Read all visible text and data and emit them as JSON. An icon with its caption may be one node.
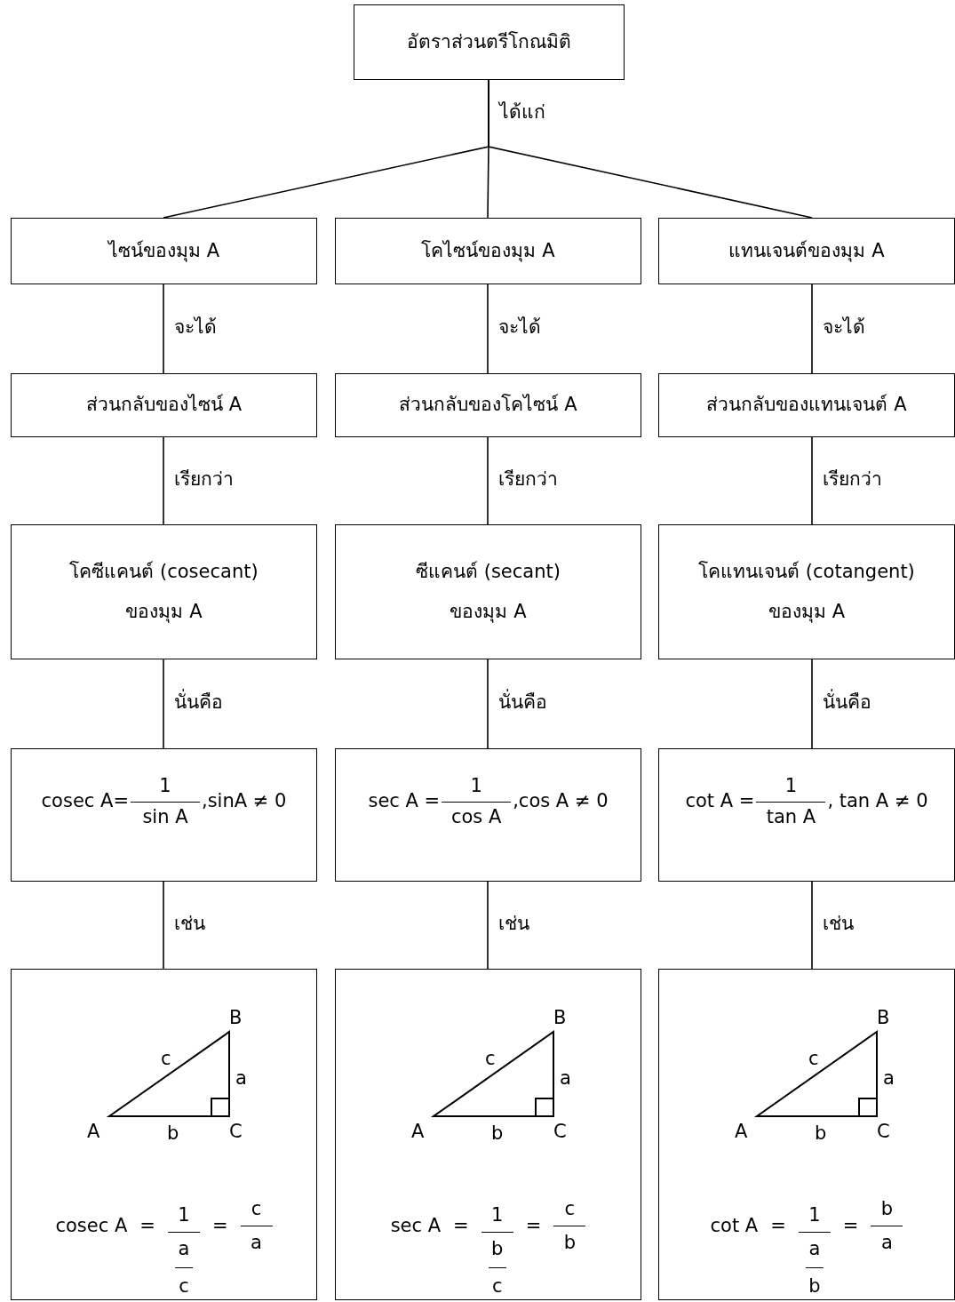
{
  "diagram": {
    "nodes": [
      {
        "text": [
          "อัตราส่วนตรีโกณมิติ"
        ]
      },
      {
        "text": [
          "ไซน์ของมุม A"
        ]
      },
      {
        "text": [
          "โคไซน์ของมุม A"
        ]
      },
      {
        "text": [
          "แทนเจนต์ของมุม A"
        ]
      },
      {
        "text": [
          "ส่วนกลับของไซน์ A"
        ]
      },
      {
        "text": [
          "ส่วนกลับของโคไซน์ A"
        ]
      },
      {
        "text": [
          "ส่วนกลับของแทนเจนต์ A"
        ]
      },
      {
        "text": [
          "โคซีแคนต์ (cosecant)",
          "ของมุม A"
        ]
      },
      {
        "text": [
          "ซีแคนต์ (secant)",
          "ของมุม A"
        ]
      },
      {
        "text": [
          "โคแทนเจนต์ (cotangent)",
          "ของมุม A"
        ]
      },
      {
        "text": [
          "cosec A=",
          "1",
          "sin A",
          ",sinA ≠ 0"
        ]
      },
      {
        "text": [
          "sec A =",
          "1",
          "cos A",
          ",cos A ≠ 0"
        ]
      },
      {
        "text": [
          "cot A =",
          "1",
          "tan A",
          ", tan A ≠ 0"
        ]
      },
      {
        "text": [
          "B",
          "c",
          "a",
          "A",
          "b",
          "C",
          "cosec A",
          "=",
          "1",
          "a",
          "c",
          "=",
          "c",
          "a"
        ]
      },
      {
        "text": [
          "B",
          "c",
          "a",
          "A",
          "b",
          "C",
          "sec A",
          "=",
          "1",
          "b",
          "c",
          "=",
          "c",
          "b"
        ]
      },
      {
        "text": [
          "B",
          "c",
          "a",
          "A",
          "b",
          "C",
          "cot A",
          "=",
          "1",
          "a",
          "b",
          "=",
          "b",
          "a"
        ]
      }
    ],
    "edges": [
      {
        "from": 0,
        "to": 1,
        "arrow": "none"
      },
      {
        "from": 0,
        "to": 2,
        "arrow": "none",
        "label": "ได้แก่"
      },
      {
        "from": 0,
        "to": 3,
        "arrow": "none"
      },
      {
        "from": 1,
        "to": 4,
        "arrow": "none",
        "label": "จะได้"
      },
      {
        "from": 2,
        "to": 5,
        "arrow": "none",
        "label": "จะได้"
      },
      {
        "from": 3,
        "to": 6,
        "arrow": "none",
        "label": "จะได้"
      },
      {
        "from": 4,
        "to": 7,
        "arrow": "none",
        "label": "เรียกว่า"
      },
      {
        "from": 5,
        "to": 8,
        "arrow": "none",
        "label": "เรียกว่า"
      },
      {
        "from": 6,
        "to": 9,
        "arrow": "none",
        "label": "เรียกว่า"
      },
      {
        "from": 7,
        "to": 10,
        "arrow": "none",
        "label": "นั่นคือ"
      },
      {
        "from": 8,
        "to": 11,
        "arrow": "none",
        "label": "นั่นคือ"
      },
      {
        "from": 9,
        "to": 12,
        "arrow": "none",
        "label": "นั่นคือ"
      },
      {
        "from": 10,
        "to": 13,
        "arrow": "none",
        "label": "เช่น"
      },
      {
        "from": 11,
        "to": 14,
        "arrow": "none",
        "label": "เช่น"
      },
      {
        "from": 12,
        "to": 15,
        "arrow": "none",
        "label": "เช่น"
      }
    ]
  }
}
